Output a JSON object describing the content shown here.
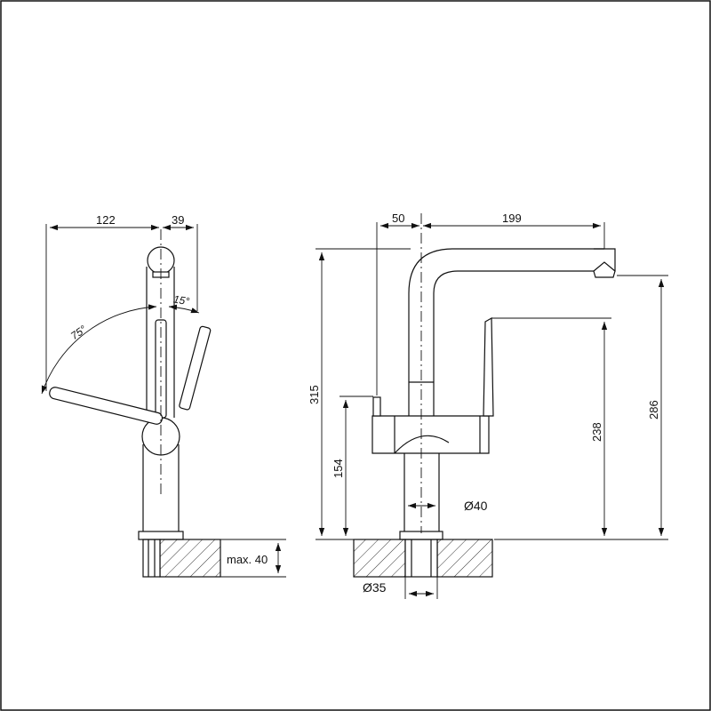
{
  "side_view": {
    "dims": {
      "handle_reach": "122",
      "spout_offset": "39",
      "swing_angle": "75°",
      "tilt_angle": "15°",
      "max_thickness": "max. 40"
    }
  },
  "front_view": {
    "dims": {
      "handle_offset": "50",
      "spout_reach": "199",
      "total_height": "315",
      "lever_height": "154",
      "body_diameter": "Ø40",
      "spout_height": "238",
      "outlet_height": "286",
      "base_diameter": "Ø35"
    }
  },
  "colors": {
    "line": "#111111",
    "hatch": "#333333",
    "background": "#ffffff"
  }
}
